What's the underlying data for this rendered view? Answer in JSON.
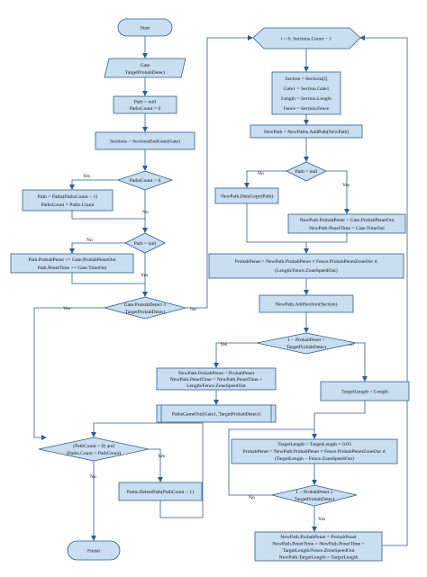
{
  "nodes": {
    "start": "Start",
    "gate_1": "Gate",
    "gate_2": "TargetProbabDetect",
    "path_null": "Path = null",
    "paths_count_zero": "PathsCount = 0",
    "sections_assign": "Sections = SectionsEndGate(Gate)",
    "paths_count_check": "PathsCount > 0",
    "path_from_paths_1": "Path = Paths(PathsCount − 1)",
    "path_from_paths_2": "PathsCount = Paths.Count",
    "path_is_null": "Path = null",
    "path_penet_1": "Path.ProbabPenet += Gate.ProbabPenetOut",
    "path_penet_2": "Path.PenetTime += Gate.TimeOut",
    "gate_detect_1": "Gate.ProbabDetect ≥",
    "gate_detect_2": "TargetProbabDetect",
    "loop_header": "i = 0, Sections.Count − 1",
    "section_vars_1": "Section = Sections[i]",
    "section_vars_2": "Gate1 = Section.Gate1",
    "section_vars_3": "Length = Section.Length",
    "section_vars_4": "Fence = Section.Fence",
    "newpath_add": "NewPath = NewPaths.AddPath(NewPath)",
    "path_null_check": "Path = null",
    "newpath_datacopy": "NewPath.DataCopy(Path)",
    "newpath_penet_1": "NewPath.ProbabPenet = Gate.ProbabPenetOut",
    "newpath_penet_2": "NewPath.PenetTime = Gate.TimeOut",
    "probab_calc_1": "ProbabPenet = NewPath.ProbabPenet × Fence.ProbabPenetZoneOut ∧",
    "probab_calc_2": "(Length/Fence.ZoneSpeedOut)",
    "add_section": "NewPath.AddSection(Section)",
    "diamond_probab_1": "1 − ProbabPenet <",
    "diamond_probab_2": "TargetProbabDetect",
    "newpath_update_1": "NewPath.ProbabPenet = ProbabPenet",
    "newpath_update_2": "NewPath.PenetTime = NewPath.PenetTime +",
    "newpath_update_3": "Length/Fence.ZoneSpeedOut",
    "paths_game_out": "PathsGameOut(Gate1, TargetProbabDetect)",
    "target_length": "TargetLength = Length",
    "target_calc_1": "TargetLength = TargetLength × 0.05",
    "target_calc_2": "ProbabPenet = NewPath.ProbabPenet × Fence.ProbabPenetZoneOut ∧",
    "target_calc_3": "(TargetLength − Fence.ZoneSpeedOut)",
    "diamond_final_1": "1 − ProbabPenet ≥",
    "diamond_final_2": "TargetProbabDetect",
    "final_assign_1": "NewPath.ProbabPenet = ProbabPenet",
    "final_assign_2": "NewPath.PenetTime = NewPath.PenetTime +",
    "final_assign_3": "TargetLength/Fence.ZoneSpeedOut",
    "final_assign_4": "NewPath.TargetLength = TargetLength",
    "paths_cond_1": "(PathCount > 0) and",
    "paths_cond_2": "(Paths.Count > PathCount)",
    "paths_delete": "Paths.DeletePath(PathCount − 1)",
    "finish": "Finish"
  },
  "labels": {
    "yes": "Yes",
    "no": "No"
  }
}
